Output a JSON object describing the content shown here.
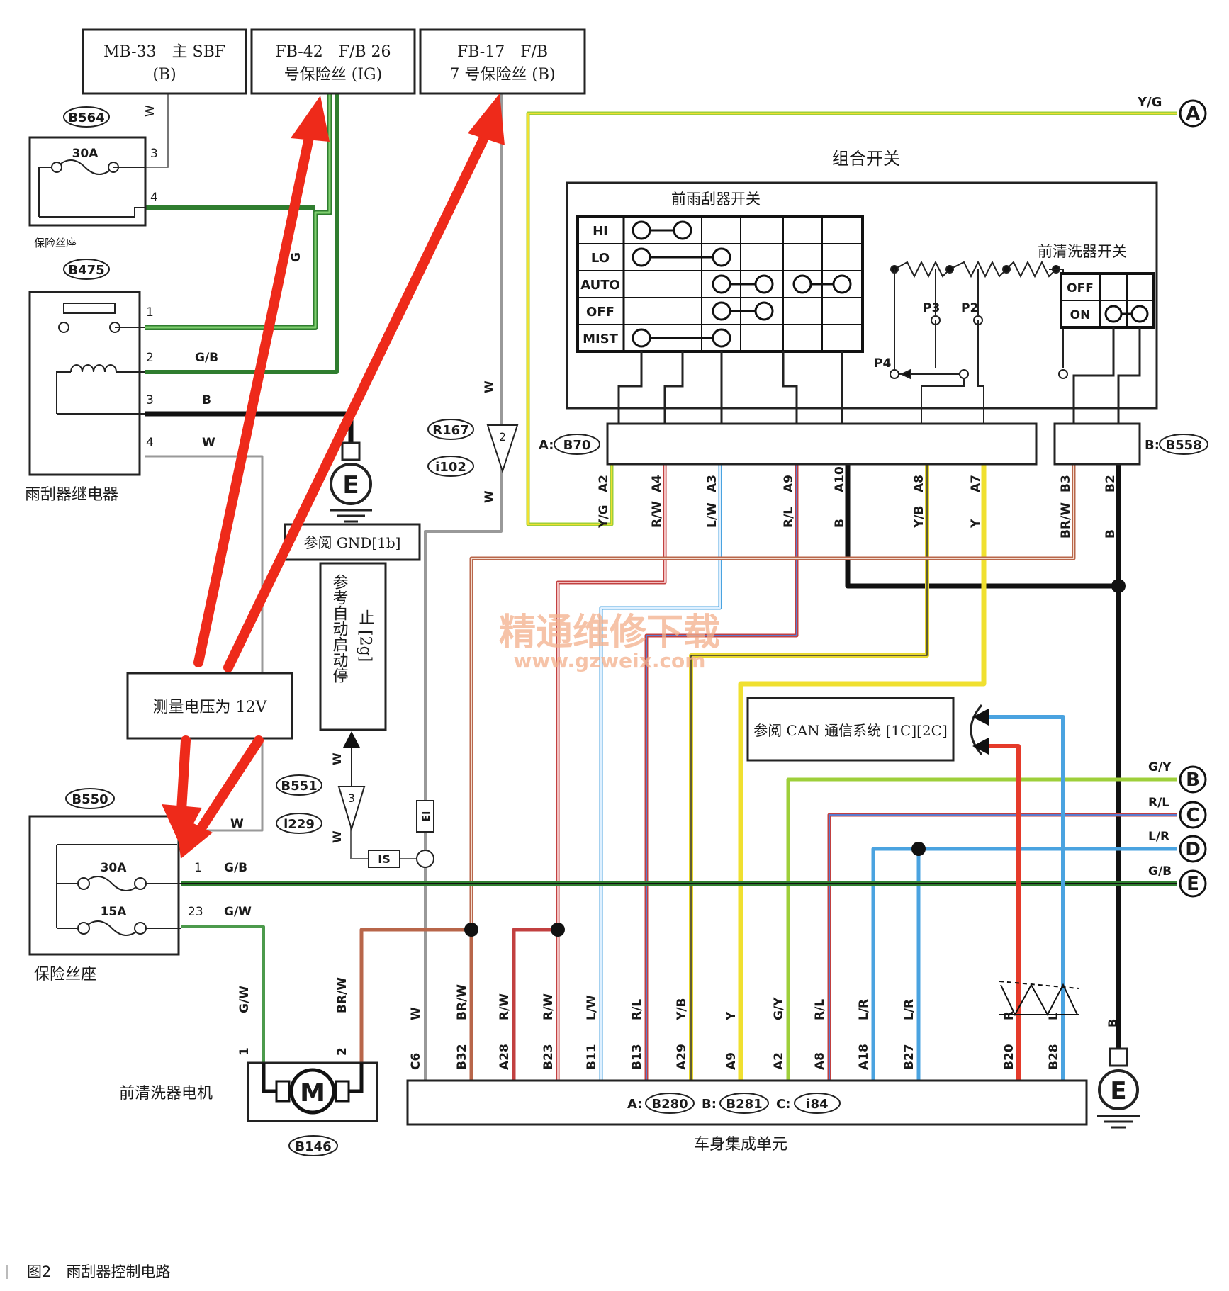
{
  "caption": "图2　雨刮器控制电路",
  "watermark": {
    "line1": "精通维修下载",
    "line2": "www.gzweix.com"
  },
  "colors": {
    "wire_red": "#e53a2a",
    "wire_green": "#3d9a3d",
    "wire_blue": "#4aa3e0",
    "wire_yellow": "#f0e030",
    "wire_brown": "#b8664a",
    "arrow": "#ee2a1a"
  },
  "fuse_boxes": {
    "mb33": {
      "line1": "MB-33　主 SBF",
      "line2": "(B)"
    },
    "fb42": {
      "line1": "FB-42　F/B 26",
      "line2": "号保险丝 (IG)"
    },
    "fb17": {
      "line1": "FB-17　F/B",
      "line2": "7 号保险丝 (B)"
    }
  },
  "connectors": {
    "b564": "B564",
    "b475": "B475",
    "b550": "B550",
    "b551": "B551",
    "i229": "i229",
    "r167": "R167",
    "i102": "i102",
    "b70": "B70",
    "b558": "B558",
    "b146": "B146",
    "b280": "B280",
    "b281": "B281",
    "i84": "i84"
  },
  "labels": {
    "fuse_seat_small": "保险丝座",
    "relay": "雨刮器继电器",
    "fuse_seat": "保险丝座",
    "washer_motor": "前清洗器电机",
    "bcm": "车身集成单元",
    "combo_switch": "组合开关",
    "front_wiper_switch": "前雨刮器开关",
    "front_washer_switch": "前清洗器开关",
    "gnd_ref": "参阅 GND[1b]",
    "auto_ref_l1": "参考自动启动停",
    "auto_ref_l2": "止 [2g]",
    "can_ref": "参阅 CAN 通信系统 [1C][2C]",
    "measure": "测量电压为 12V",
    "fuse_30a": "30A",
    "fuse_15a": "15A",
    "E": "E",
    "M": "M",
    "EI": "EI",
    "IS": "IS",
    "prefix_a": "A:",
    "prefix_b": "B:",
    "prefix_c": "C:"
  },
  "switch_rows": [
    "HI",
    "LO",
    "AUTO",
    "OFF",
    "MIST"
  ],
  "washer_rows": [
    "OFF",
    "ON"
  ],
  "pots": [
    "P3",
    "P2",
    "P4"
  ],
  "wire_labels": {
    "w1": "W",
    "n3": "3",
    "n4": "4",
    "g": "G",
    "n1": "1",
    "n2": "2",
    "gb": "G/B",
    "b": "B",
    "n3b": "3",
    "bb": "B",
    "n4b": "4",
    "ww": "W",
    "w_r167": "W",
    "two": "2",
    "w_i102": "W",
    "w_b551": "W",
    "three": "3",
    "w_i229": "W",
    "w_b550": "W",
    "one_b550": "1",
    "gb_b550": "G/B",
    "n23": "23",
    "gw": "G/W",
    "yg_top": "Y/G"
  },
  "b70_pins": [
    {
      "pin": "A2",
      "color": "Y/G"
    },
    {
      "pin": "A4",
      "color": "R/W"
    },
    {
      "pin": "A3",
      "color": "L/W"
    },
    {
      "pin": "A9",
      "color": "R/L"
    },
    {
      "pin": "A10",
      "color": "B"
    },
    {
      "pin": "A8",
      "color": "Y/B"
    },
    {
      "pin": "A7",
      "color": "Y"
    }
  ],
  "b558_pins": [
    {
      "pin": "B3",
      "color": "BR/W"
    },
    {
      "pin": "B2",
      "color": "B"
    }
  ],
  "bcm_pins": [
    {
      "pin": "C6",
      "color": "W"
    },
    {
      "pin": "B32",
      "color": "BR/W"
    },
    {
      "pin": "A28",
      "color": "R/W"
    },
    {
      "pin": "B23",
      "color": "R/W"
    },
    {
      "pin": "B11",
      "color": "L/W"
    },
    {
      "pin": "B13",
      "color": "R/L"
    },
    {
      "pin": "A29",
      "color": "Y/B"
    },
    {
      "pin": "A9",
      "color": "Y"
    },
    {
      "pin": "A2",
      "color": "G/Y"
    },
    {
      "pin": "A8",
      "color": "R/L"
    },
    {
      "pin": "A18",
      "color": "L/R"
    },
    {
      "pin": "B27",
      "color": "L/R"
    },
    {
      "pin": "B20",
      "color": "R"
    },
    {
      "pin": "B28",
      "color": "L"
    }
  ],
  "motor_pins": [
    {
      "pin": "1",
      "color": "G/W"
    },
    {
      "pin": "2",
      "color": "BR/W"
    }
  ],
  "ground_wire": "B",
  "offpage": [
    {
      "id": "A",
      "color": "Y/G"
    },
    {
      "id": "B",
      "color": "G/Y"
    },
    {
      "id": "C",
      "color": "R/L"
    },
    {
      "id": "D",
      "color": "L/R"
    },
    {
      "id": "E",
      "color": "G/B"
    }
  ]
}
